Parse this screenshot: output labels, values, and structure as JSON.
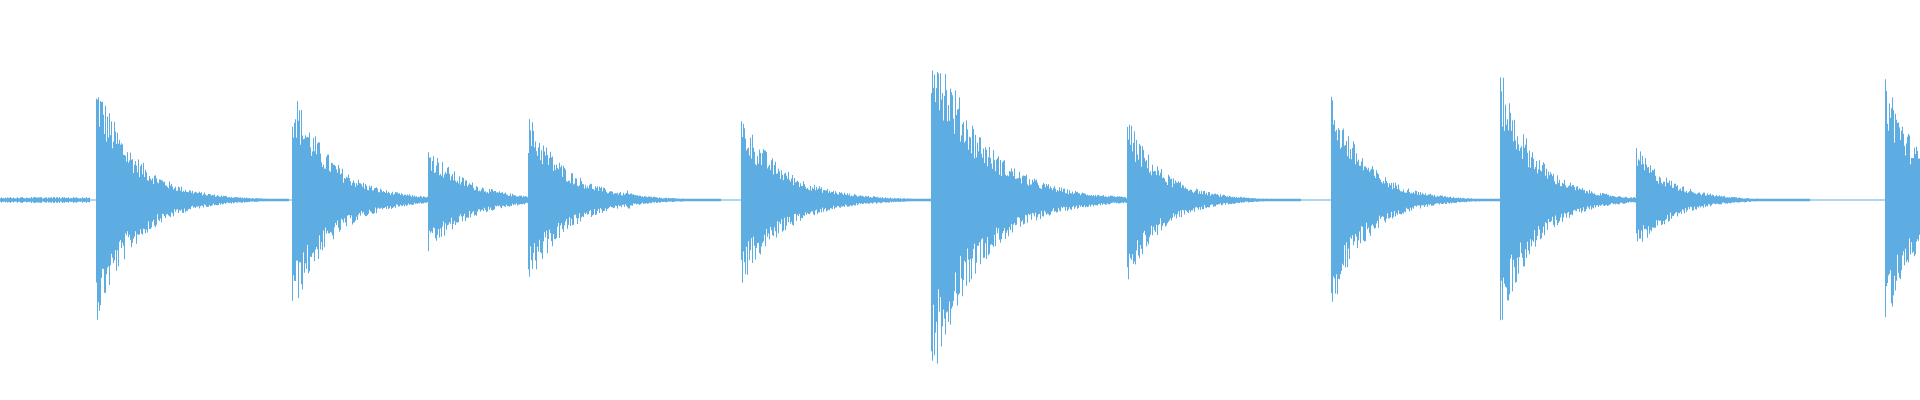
{
  "waveform": {
    "color": "#5dade2",
    "baseline_level": 0.006,
    "onsets": [
      {
        "pos": 0.05,
        "amp": 0.6,
        "decay": 0.02
      },
      {
        "pos": 0.152,
        "amp": 0.56,
        "decay": 0.02
      },
      {
        "pos": 0.223,
        "amp": 0.27,
        "decay": 0.02
      },
      {
        "pos": 0.275,
        "amp": 0.42,
        "decay": 0.02
      },
      {
        "pos": 0.326,
        "amp": 0.05,
        "decay": 0.005
      },
      {
        "pos": 0.386,
        "amp": 0.42,
        "decay": 0.022
      },
      {
        "pos": 0.485,
        "amp": 0.89,
        "decay": 0.025
      },
      {
        "pos": 0.587,
        "amp": 0.4,
        "decay": 0.018
      },
      {
        "pos": 0.693,
        "amp": 0.53,
        "decay": 0.018
      },
      {
        "pos": 0.781,
        "amp": 0.63,
        "decay": 0.018
      },
      {
        "pos": 0.852,
        "amp": 0.26,
        "decay": 0.018
      },
      {
        "pos": 0.982,
        "amp": 0.63,
        "decay": 0.018
      }
    ]
  }
}
